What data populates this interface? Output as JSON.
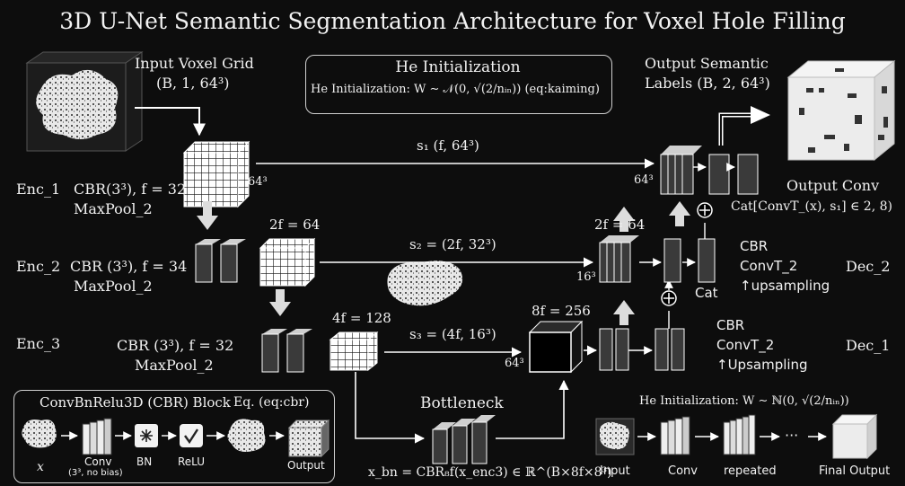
{
  "title": "3D U-Net Semantic Segmentation Architecture for Voxel Hole Filling",
  "input": {
    "label": "Input Voxel Grid",
    "shape": "(B, 1, 64³)"
  },
  "output": {
    "label": "Output Semantic",
    "label2": "Labels (B, 2, 64³)"
  },
  "he_box": {
    "title": "He Initialization",
    "formula": "He Initialization: W ∼ 𝒩(0, √(2/nᵢₙ))  (eq:kaiming)"
  },
  "encoder": [
    {
      "name": "Enc_1",
      "desc": "CBR(3³), f = 32",
      "pool": "MaxPool_2"
    },
    {
      "name": "Enc_2",
      "desc": "CBR (3³), f = 34",
      "pool": "MaxPool_2"
    },
    {
      "name": "Enc_3",
      "desc": "CBR (3³), f = 32",
      "pool": "MaxPool_2"
    }
  ],
  "decoder": [
    {
      "name": "Dec_2",
      "l1": "CBR",
      "l2": "ConvT_2",
      "l3": "↑upsampling"
    },
    {
      "name": "Dec_1",
      "l1": "CBR",
      "l2": "ConvT_2",
      "l3": "↑Upsampling"
    }
  ],
  "skips": {
    "s1": "s₁   (f, 64³)",
    "s2": "s₂ = (2f, 32³)",
    "s3": "s₃ = (4f, 16³)"
  },
  "features": {
    "enc1_dim": "64³",
    "enc2_f": "2f = 64",
    "enc3_f": "4f = 128",
    "bott_f": "8f = 256",
    "bott_dim": "64³",
    "dec2_f": "2f = 64",
    "dec2_dim": "16³",
    "out_dim": "64³"
  },
  "output_conv": {
    "label": "Output Conv",
    "cat": "Cat[ConvT_(x), s₁] ∈ 2, 8)"
  },
  "cat_label": "Cat",
  "bottleneck": {
    "label": "Bottleneck",
    "formula": "x_bn = CBR₈f(x_enc3) ∈ ℝ^(B×8f×8³)"
  },
  "cbr_block": {
    "title": "ConvBnRelu3D (CBR) Block",
    "eq": "Eq. (eq:cbr)",
    "x": "x",
    "conv": "Conv",
    "conv_sub": "(3³, no bias)",
    "bn": "BN",
    "relu": "ReLU",
    "output": "Output"
  },
  "he_strip": {
    "title": "He Initialization: W ∼ ℕ(0, √(2/nᵢₙ))",
    "input": "Input",
    "conv": "Conv",
    "repeated": "repeated",
    "dots": "···",
    "final": "Final Output"
  }
}
